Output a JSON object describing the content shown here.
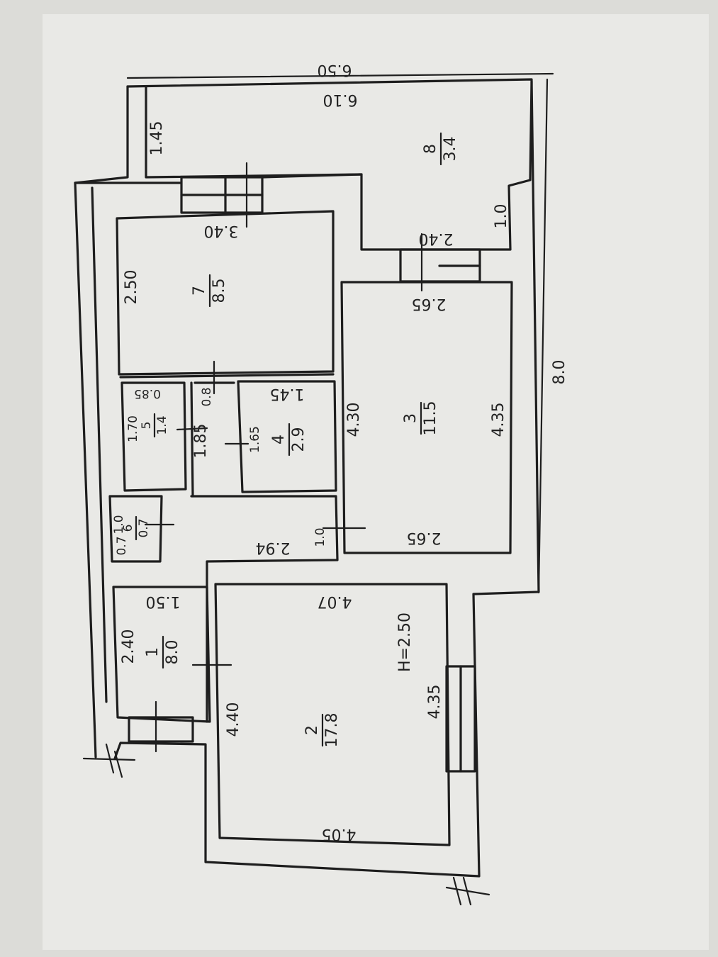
{
  "rooms": [
    {
      "number": "1",
      "area": "8.0"
    },
    {
      "number": "2",
      "area": "17.8"
    },
    {
      "number": "3",
      "area": "11.5"
    },
    {
      "number": "4",
      "area": "2.9"
    },
    {
      "number": "5",
      "area": "1.4"
    },
    {
      "number": "6",
      "area": "0.7"
    },
    {
      "number": "7",
      "area": "8.5"
    },
    {
      "number": "8",
      "area": "3.4"
    }
  ],
  "dimensions": {
    "outer_top": "6.50",
    "balcony_inner": "6.10",
    "balcony_side": "1.45",
    "balcony_small": "1.0",
    "b_240": "2.40",
    "overall_right": "8.0",
    "r7_top": "3.40",
    "r7_side": "2.50",
    "r3_top": "2.65",
    "r3_bottom": "2.65",
    "r3_left": "4.30",
    "r3_right": "4.35",
    "r45_top": "1.45",
    "r5_top": "0.85",
    "r5_side": "1.70",
    "corridor_small": "1.85",
    "r4_side": "1.65",
    "c08": "0.8",
    "r6_a": "1.0",
    "r6_b": "0.7",
    "c294": "2.94",
    "c10": "1.0",
    "r1_top": "1.50",
    "r1_side": "2.40",
    "r2_top": "4.07",
    "r2_bottom": "4.05",
    "r2_left": "4.40",
    "r2_right": "4.35",
    "ceiling": "H=2.50"
  }
}
